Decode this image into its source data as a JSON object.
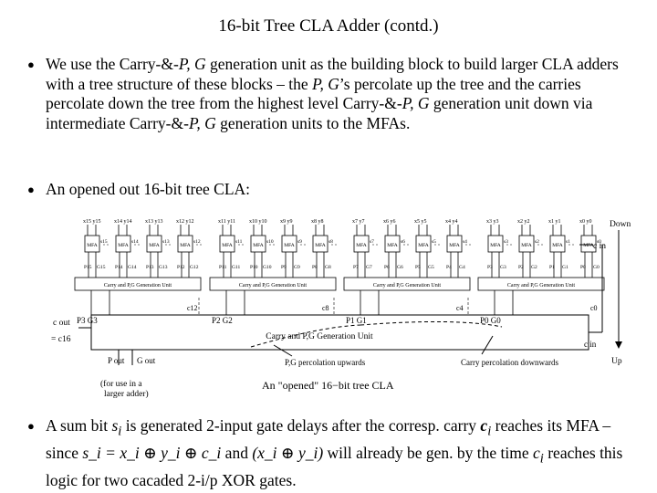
{
  "title": "16-bit Tree CLA Adder (contd.)",
  "bullets": [
    {
      "pre": "We use the Carry-&-",
      "pg1": "P, G",
      "mid1": " generation unit as the building block to build larger CLA adders with a tree structure of these blocks – the ",
      "pg2": "P, G",
      "mid2": "’s percolate up the tree and the carries percolate down the tree from the highest level Carry-&-",
      "pg3": "P, G",
      "mid3": " generation unit down via intermediate Carry-&-",
      "pg4": "P, G",
      "post": " generation units to the MFAs."
    },
    {
      "text": "An opened out 16-bit tree CLA:"
    },
    {
      "t1": "A sum bit ",
      "si": "s",
      "t2": " is generated 2-input gate delays after the corresp. carry ",
      "ci": "c",
      "t3": " reaches its MFA – since ",
      "eq": "s_i = x_i ⊕ y_i ⊕ c_i",
      "t4": " and ",
      "xy": "(x_i ⊕ y_i)",
      "t5": " will already be gen. by the time ",
      "t6": " reaches this logic for two cacaded 2-i/p XOR gates."
    }
  ],
  "figure": {
    "mfa_label": "MFA",
    "unit_label": "Carry and P,G Generation Unit",
    "top_unit_label": "Carry and P,G Generation Unit",
    "groups": [
      {
        "x": [
          "x15",
          "x14",
          "x13",
          "x12"
        ],
        "y": [
          "y15",
          "y14",
          "y13",
          "y12"
        ],
        "s": [
          "s15",
          "s14",
          "s13",
          "s12"
        ],
        "p": [
          "P15",
          "P14",
          "P13",
          "P12"
        ],
        "g": [
          "G15",
          "G14",
          "G13",
          "G12"
        ],
        "cin": "c12",
        "pg": [
          "P3",
          "G3"
        ]
      },
      {
        "x": [
          "x11",
          "x10",
          "x9",
          "x8"
        ],
        "y": [
          "y11",
          "y10",
          "y9",
          "y8"
        ],
        "s": [
          "s11",
          "s10",
          "s9",
          "s8"
        ],
        "p": [
          "P11",
          "P10",
          "P9",
          "P8"
        ],
        "g": [
          "G11",
          "G10",
          "G9",
          "G8"
        ],
        "cin": "c8",
        "pg": [
          "P2",
          "G2"
        ]
      },
      {
        "x": [
          "x7",
          "x6",
          "x5",
          "x4"
        ],
        "y": [
          "y7",
          "y6",
          "y5",
          "y4"
        ],
        "s": [
          "s7",
          "s6",
          "s5",
          "s4"
        ],
        "p": [
          "P7",
          "P6",
          "P5",
          "P4"
        ],
        "g": [
          "G7",
          "G6",
          "G5",
          "G4"
        ],
        "cin": "c4",
        "pg": [
          "P1",
          "G1"
        ]
      },
      {
        "x": [
          "x3",
          "x2",
          "x1",
          "x0"
        ],
        "y": [
          "y3",
          "y2",
          "y1",
          "y0"
        ],
        "s": [
          "s3",
          "s2",
          "s1",
          "s0"
        ],
        "p": [
          "P3",
          "P2",
          "P1",
          "P0"
        ],
        "g": [
          "G3",
          "G2",
          "G1",
          "G0"
        ],
        "cin": "c0",
        "pg": [
          "P0",
          "G0"
        ]
      }
    ],
    "c_out": "c out",
    "c16": "= c16",
    "p_out": "P out",
    "g_out": "G out",
    "for_use": "(for use in a",
    "larger_adder": "larger adder)",
    "c_in": "c in",
    "down": "Down",
    "up": "Up",
    "pg_upwards": "P,G percolation upwards",
    "carry_down": "Carry percolation downwards",
    "caption": "An \"opened\" 16−bit tree CLA"
  }
}
